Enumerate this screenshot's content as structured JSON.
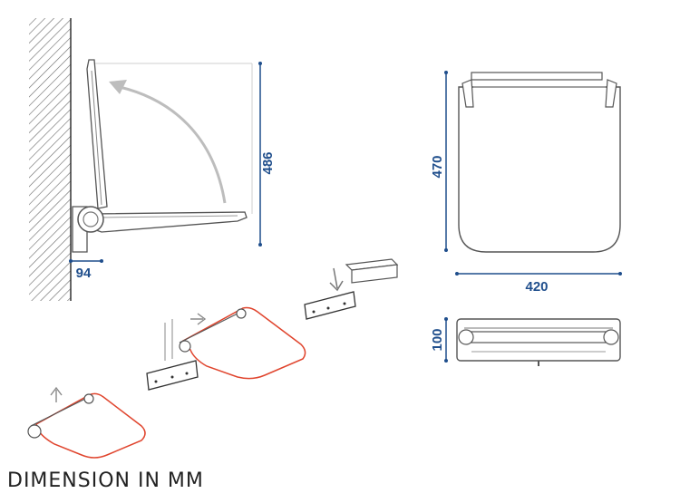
{
  "caption": "DIMENSION IN MM",
  "dimensions": {
    "side_height": "486",
    "side_depth": "94",
    "front_height": "470",
    "front_width": "420",
    "top_depth": "100"
  },
  "colors": {
    "dimension": "#1f4e8c",
    "outline": "#555555",
    "highlight": "#e0452e",
    "hatch": "#666666",
    "arrow": "#bdbdbd"
  }
}
